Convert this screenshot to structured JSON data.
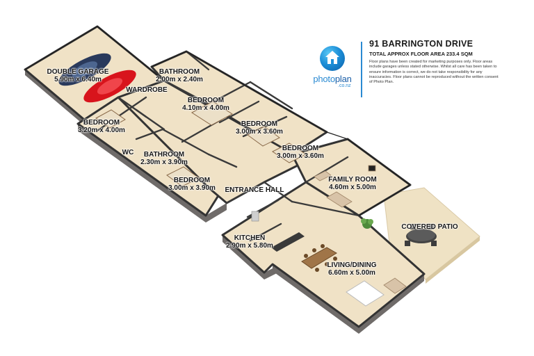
{
  "brand": {
    "name_prefix": "photo",
    "name_suffix": "plan",
    "domain": ".co.nz"
  },
  "header": {
    "address": "91 BARRINGTON DRIVE",
    "total_area": "TOTAL APPROX FLOOR AREA 233.4 SQM",
    "disclaimer": "Floor plans have been created for marketing purposes only. Floor areas include garages unless stated otherwise. Whilst all care has been taken to ensure information is correct, we do not take responsibility for any inaccuracies. Floor plans cannot be reproduced without the written consent of Photo Plan."
  },
  "rooms": {
    "double_garage": {
      "name": "DOUBLE GARAGE",
      "dims": "5.90m x 6.40m"
    },
    "bathroom_1": {
      "name": "BATHROOM",
      "dims": "2.00m x 2.40m"
    },
    "wardrobe": {
      "name": "WARDROBE",
      "dims": ""
    },
    "bedroom_master": {
      "name": "BEDROOM",
      "dims": "4.10m x 4.00m"
    },
    "bedroom_a": {
      "name": "BEDROOM",
      "dims": "3.20m x 4.00m"
    },
    "bedroom_b": {
      "name": "BEDROOM",
      "dims": "3.00m x 3.60m"
    },
    "bedroom_c": {
      "name": "BEDROOM",
      "dims": "3.00m x 3.60m"
    },
    "wc": {
      "name": "WC",
      "dims": ""
    },
    "bathroom_2": {
      "name": "BATHROOM",
      "dims": "2.30m x 3.90m"
    },
    "bedroom_d": {
      "name": "BEDROOM",
      "dims": "3.00m x 3.90m"
    },
    "entrance_hall": {
      "name": "ENTRANCE HALL",
      "dims": ""
    },
    "family_room": {
      "name": "FAMILY ROOM",
      "dims": "4.60m x 5.00m"
    },
    "covered_patio": {
      "name": "COVERED PATIO",
      "dims": ""
    },
    "kitchen": {
      "name": "KITCHEN",
      "dims": "2.90m x 5.80m"
    },
    "living_dining": {
      "name": "LIVING/DINING",
      "dims": "6.60m x 5.00m"
    }
  },
  "colors": {
    "floor": "#f0e2c6",
    "wall_top": "#333333",
    "wall_exterior": "#9b9b9b",
    "brick": "#6f6b69",
    "patio": "#efe2c4",
    "brand_blue": "#2a8ad2"
  }
}
